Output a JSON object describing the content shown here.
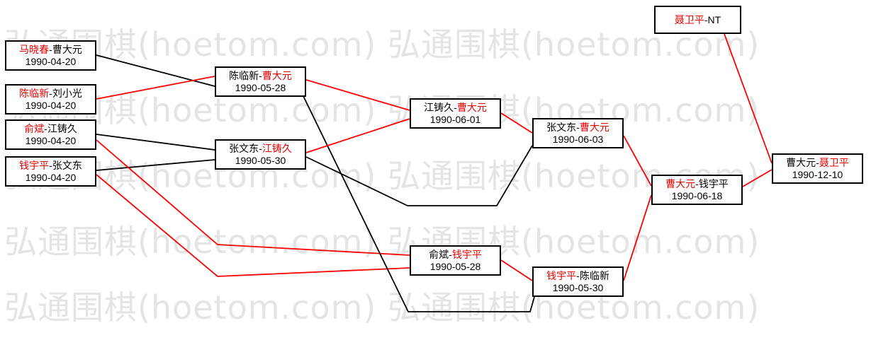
{
  "watermark": {
    "text": "弘通围棋(hoetom.com)",
    "row_text": "弘通围棋(hoetom.com) 弘通围棋(hoetom.com)",
    "color": "#e4e4e4",
    "rows": 5
  },
  "colors": {
    "winner_text_red": "#e60000",
    "line_red": "#ff0000",
    "line_black": "#000000",
    "box_border": "#000000",
    "background": "#ffffff"
  },
  "sep": "-",
  "matches": [
    {
      "p1": "马晓春",
      "p1_color": "red",
      "p2": "曹大元",
      "p2_color": "black",
      "date": "1990-04-20"
    },
    {
      "p1": "陈临新",
      "p1_color": "red",
      "p2": "刘小光",
      "p2_color": "black",
      "date": "1990-04-20"
    },
    {
      "p1": "俞斌",
      "p1_color": "red",
      "p2": "江铸久",
      "p2_color": "black",
      "date": "1990-04-20"
    },
    {
      "p1": "钱宇平",
      "p1_color": "red",
      "p2": "张文东",
      "p2_color": "black",
      "date": "1990-04-20"
    },
    {
      "p1": "陈临新",
      "p1_color": "black",
      "p2": "曹大元",
      "p2_color": "red",
      "date": "1990-05-28"
    },
    {
      "p1": "张文东",
      "p1_color": "black",
      "p2": "江铸久",
      "p2_color": "red",
      "date": "1990-05-30"
    },
    {
      "p1": "江铸久",
      "p1_color": "black",
      "p2": "曹大元",
      "p2_color": "red",
      "date": "1990-06-01"
    },
    {
      "p1": "俞斌",
      "p1_color": "black",
      "p2": "钱宇平",
      "p2_color": "red",
      "date": "1990-05-28"
    },
    {
      "p1": "张文东",
      "p1_color": "black",
      "p2": "曹大元",
      "p2_color": "red",
      "date": "1990-06-03"
    },
    {
      "p1": "钱宇平",
      "p1_color": "red",
      "p2": "陈临新",
      "p2_color": "black",
      "date": "1990-05-30"
    },
    {
      "p1": "曹大元",
      "p1_color": "red",
      "p2": "钱宇平",
      "p2_color": "black",
      "date": "1990-06-18"
    },
    {
      "p1": "聂卫平",
      "p1_color": "red",
      "p2": "NT",
      "p2_color": "black",
      "date": ""
    },
    {
      "p1": "曹大元",
      "p1_color": "black",
      "p2": "聂卫平",
      "p2_color": "red",
      "date": "1990-12-10"
    }
  ],
  "connections": [
    {
      "from": 0,
      "to": 4,
      "player": "曹大元",
      "color": "black"
    },
    {
      "from": 1,
      "to": 4,
      "player": "陈临新",
      "color": "red"
    },
    {
      "from": 2,
      "to": 5,
      "player": "江铸久",
      "color": "black"
    },
    {
      "from": 3,
      "to": 5,
      "player": "张文东",
      "color": "black"
    },
    {
      "from": 2,
      "to": 7,
      "player": "俞斌",
      "color": "red"
    },
    {
      "from": 3,
      "to": 7,
      "player": "钱宇平",
      "color": "red"
    },
    {
      "from": 4,
      "to": 6,
      "player": "曹大元",
      "color": "red"
    },
    {
      "from": 4,
      "to": 9,
      "player": "陈临新",
      "color": "black"
    },
    {
      "from": 5,
      "to": 6,
      "player": "江铸久",
      "color": "red"
    },
    {
      "from": 5,
      "to": 8,
      "player": "张文东",
      "color": "black"
    },
    {
      "from": 6,
      "to": 8,
      "player": "曹大元",
      "color": "red"
    },
    {
      "from": 7,
      "to": 9,
      "player": "钱宇平",
      "color": "red"
    },
    {
      "from": 8,
      "to": 10,
      "player": "曹大元",
      "color": "red"
    },
    {
      "from": 9,
      "to": 10,
      "player": "钱宇平",
      "color": "red"
    },
    {
      "from": 10,
      "to": 12,
      "player": "曹大元",
      "color": "red"
    },
    {
      "from": 11,
      "to": 12,
      "player": "聂卫平",
      "color": "red"
    }
  ]
}
